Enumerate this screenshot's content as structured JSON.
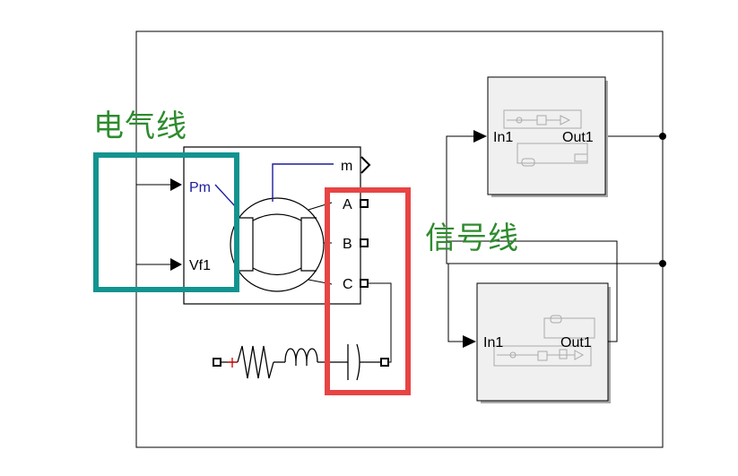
{
  "annotations": {
    "electrical_line": "电气线",
    "signal_line": "信号线"
  },
  "machine_block": {
    "inputs": [
      "Pm",
      "Vf1"
    ],
    "outputs": [
      "m",
      "A",
      "B",
      "C"
    ]
  },
  "subsystem_top": {
    "input": "In1",
    "output": "Out1"
  },
  "subsystem_bottom": {
    "input": "In1",
    "output": "Out1"
  },
  "colors": {
    "annotation_text": "#2e8b2e",
    "teal_box": "#13938f",
    "red_box": "#e84444",
    "signal_blue": "#1c1c9c",
    "line": "#000000"
  }
}
